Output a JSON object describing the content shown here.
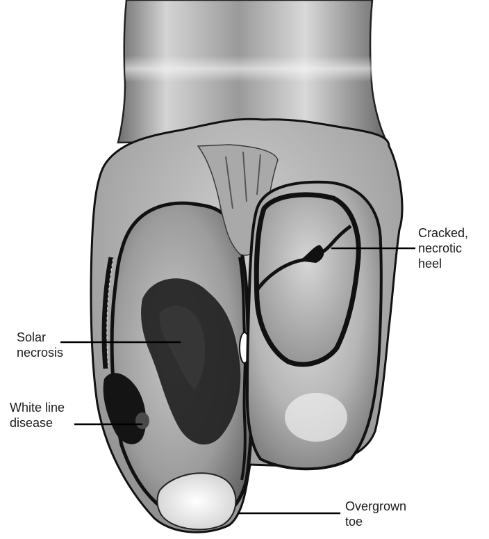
{
  "labels": {
    "cracked_heel": {
      "line1": "Cracked,",
      "line2": "necrotic",
      "line3": "heel"
    },
    "solar_necrosis": {
      "line1": "Solar",
      "line2": "necrosis"
    },
    "white_line": {
      "line1": "White line",
      "line2": "disease"
    },
    "overgrown_toe": {
      "line1": "Overgrown",
      "line2": "toe"
    }
  },
  "colors": {
    "outline": "#111111",
    "lesion": "#1c1c1c",
    "leader_line": "#000000"
  }
}
